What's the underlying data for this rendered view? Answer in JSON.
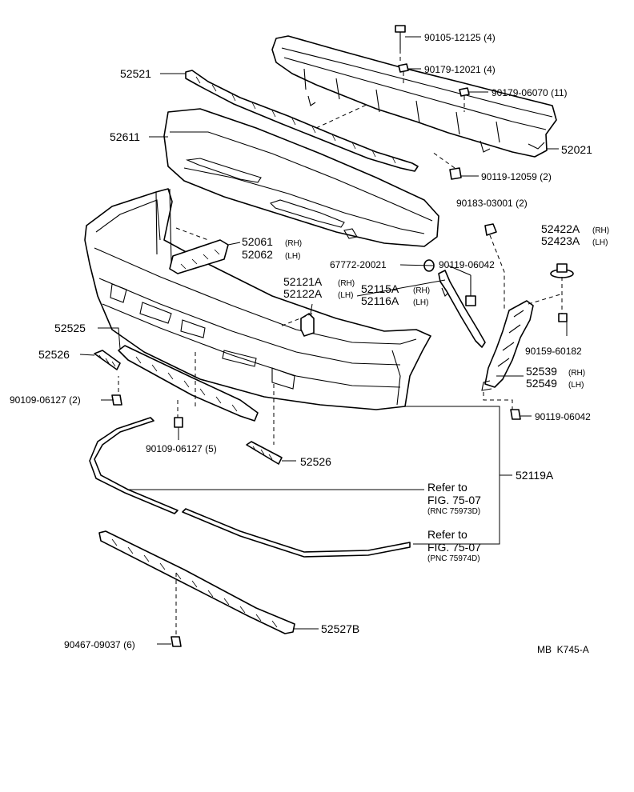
{
  "diagram_id": "MB  K745-A",
  "parts": {
    "p90105": "90105-12125 (4)",
    "p90179a": "90179-12021 (4)",
    "p90179b": "90179-06070 (11)",
    "p52521": "52521",
    "p52611": "52611",
    "p52021": "52021",
    "p90119a": "90119-12059 (2)",
    "p90183": "90183-03001 (2)",
    "p52422A": "52422A",
    "p52423A": "52423A",
    "p52061": "52061",
    "p52062": "52062",
    "p67772": "67772-20021",
    "p90119b": "90119-06042",
    "p52121A": "52121A",
    "p52122A": "52122A",
    "p52115A": "52115A",
    "p52116A": "52116A",
    "p52525": "52525",
    "p52526a": "52526",
    "p90159": "90159-60182",
    "p52539": "52539",
    "p52549": "52549",
    "p90109a": "90109-06127 (2)",
    "p90119c": "90119-06042",
    "p90109b": "90109-06127 (5)",
    "p52526b": "52526",
    "p52119A": "52119A",
    "p52527B": "52527B",
    "p90467": "90467-09037 (6)"
  },
  "side_tags": {
    "rh": "(RH)",
    "lh": "(LH)"
  },
  "refs": {
    "ref1": {
      "line1": "Refer to",
      "line2": "FIG. 75-07",
      "line3": "(RNC 75973D)"
    },
    "ref2": {
      "line1": "Refer to",
      "line2": "FIG. 75-07",
      "line3": "(PNC 75974D)"
    }
  }
}
